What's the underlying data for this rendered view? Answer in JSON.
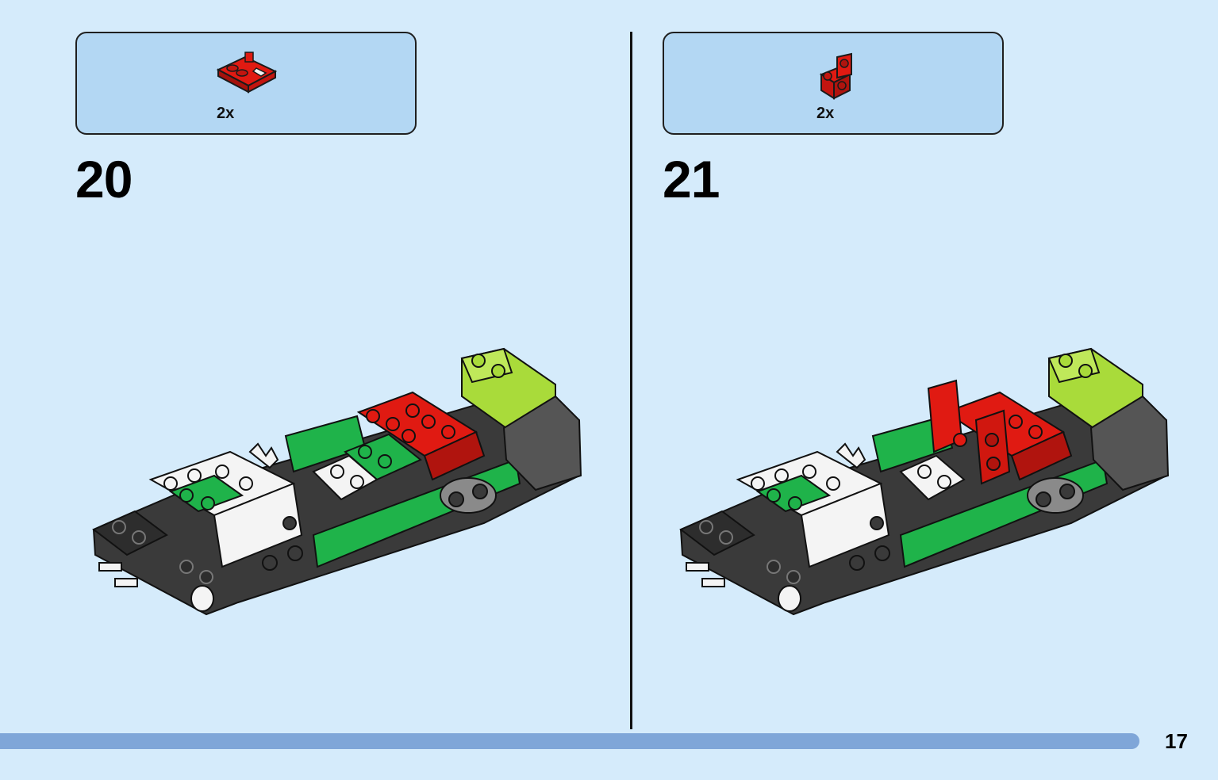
{
  "steps": [
    {
      "number": "20",
      "parts_qty": "2x"
    },
    {
      "number": "21",
      "parts_qty": "2x"
    }
  ],
  "page_number": "17",
  "colors": {
    "background": "#d5ebfb",
    "parts_box": "#b3d7f3",
    "progress_bar": "#7fa6d8",
    "brick_red": "#e01a12",
    "brick_green": "#1fb34a",
    "brick_lime": "#a9db3a",
    "brick_dark": "#3a3a3a",
    "brick_white": "#f4f4f4"
  },
  "icons": [
    "red-plate-with-clip-icon",
    "red-bracket-plate-icon"
  ]
}
